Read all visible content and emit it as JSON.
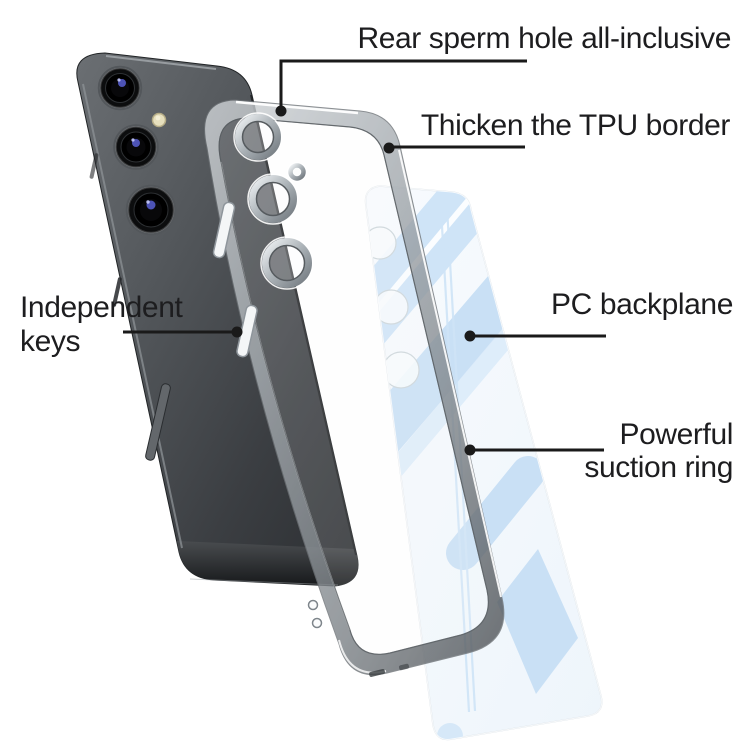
{
  "colors": {
    "background": "#ffffff",
    "label_text": "#1d1d1f",
    "leader_line": "#1a1a1a",
    "ribbon_blue": "#c9e0f5",
    "phone_body_gray": "#4b4e52",
    "case_frame_gray": "#9aa0a5",
    "flash_cream": "#e6dfbd",
    "lens_glint_purple": "#5157c0",
    "button_white": "#f4f6f7"
  },
  "callouts": [
    {
      "id": "rear-camera-hole",
      "lines": [
        "Rear sperm hole all-inclusive"
      ]
    },
    {
      "id": "tpu-border",
      "lines": [
        "Thicken the TPU border"
      ]
    },
    {
      "id": "independent-keys",
      "lines": [
        "Independent",
        "keys"
      ]
    },
    {
      "id": "pc-backplane",
      "lines": [
        "PC backplane"
      ]
    },
    {
      "id": "suction-ring",
      "lines": [
        "Powerful",
        "suction ring"
      ]
    }
  ]
}
